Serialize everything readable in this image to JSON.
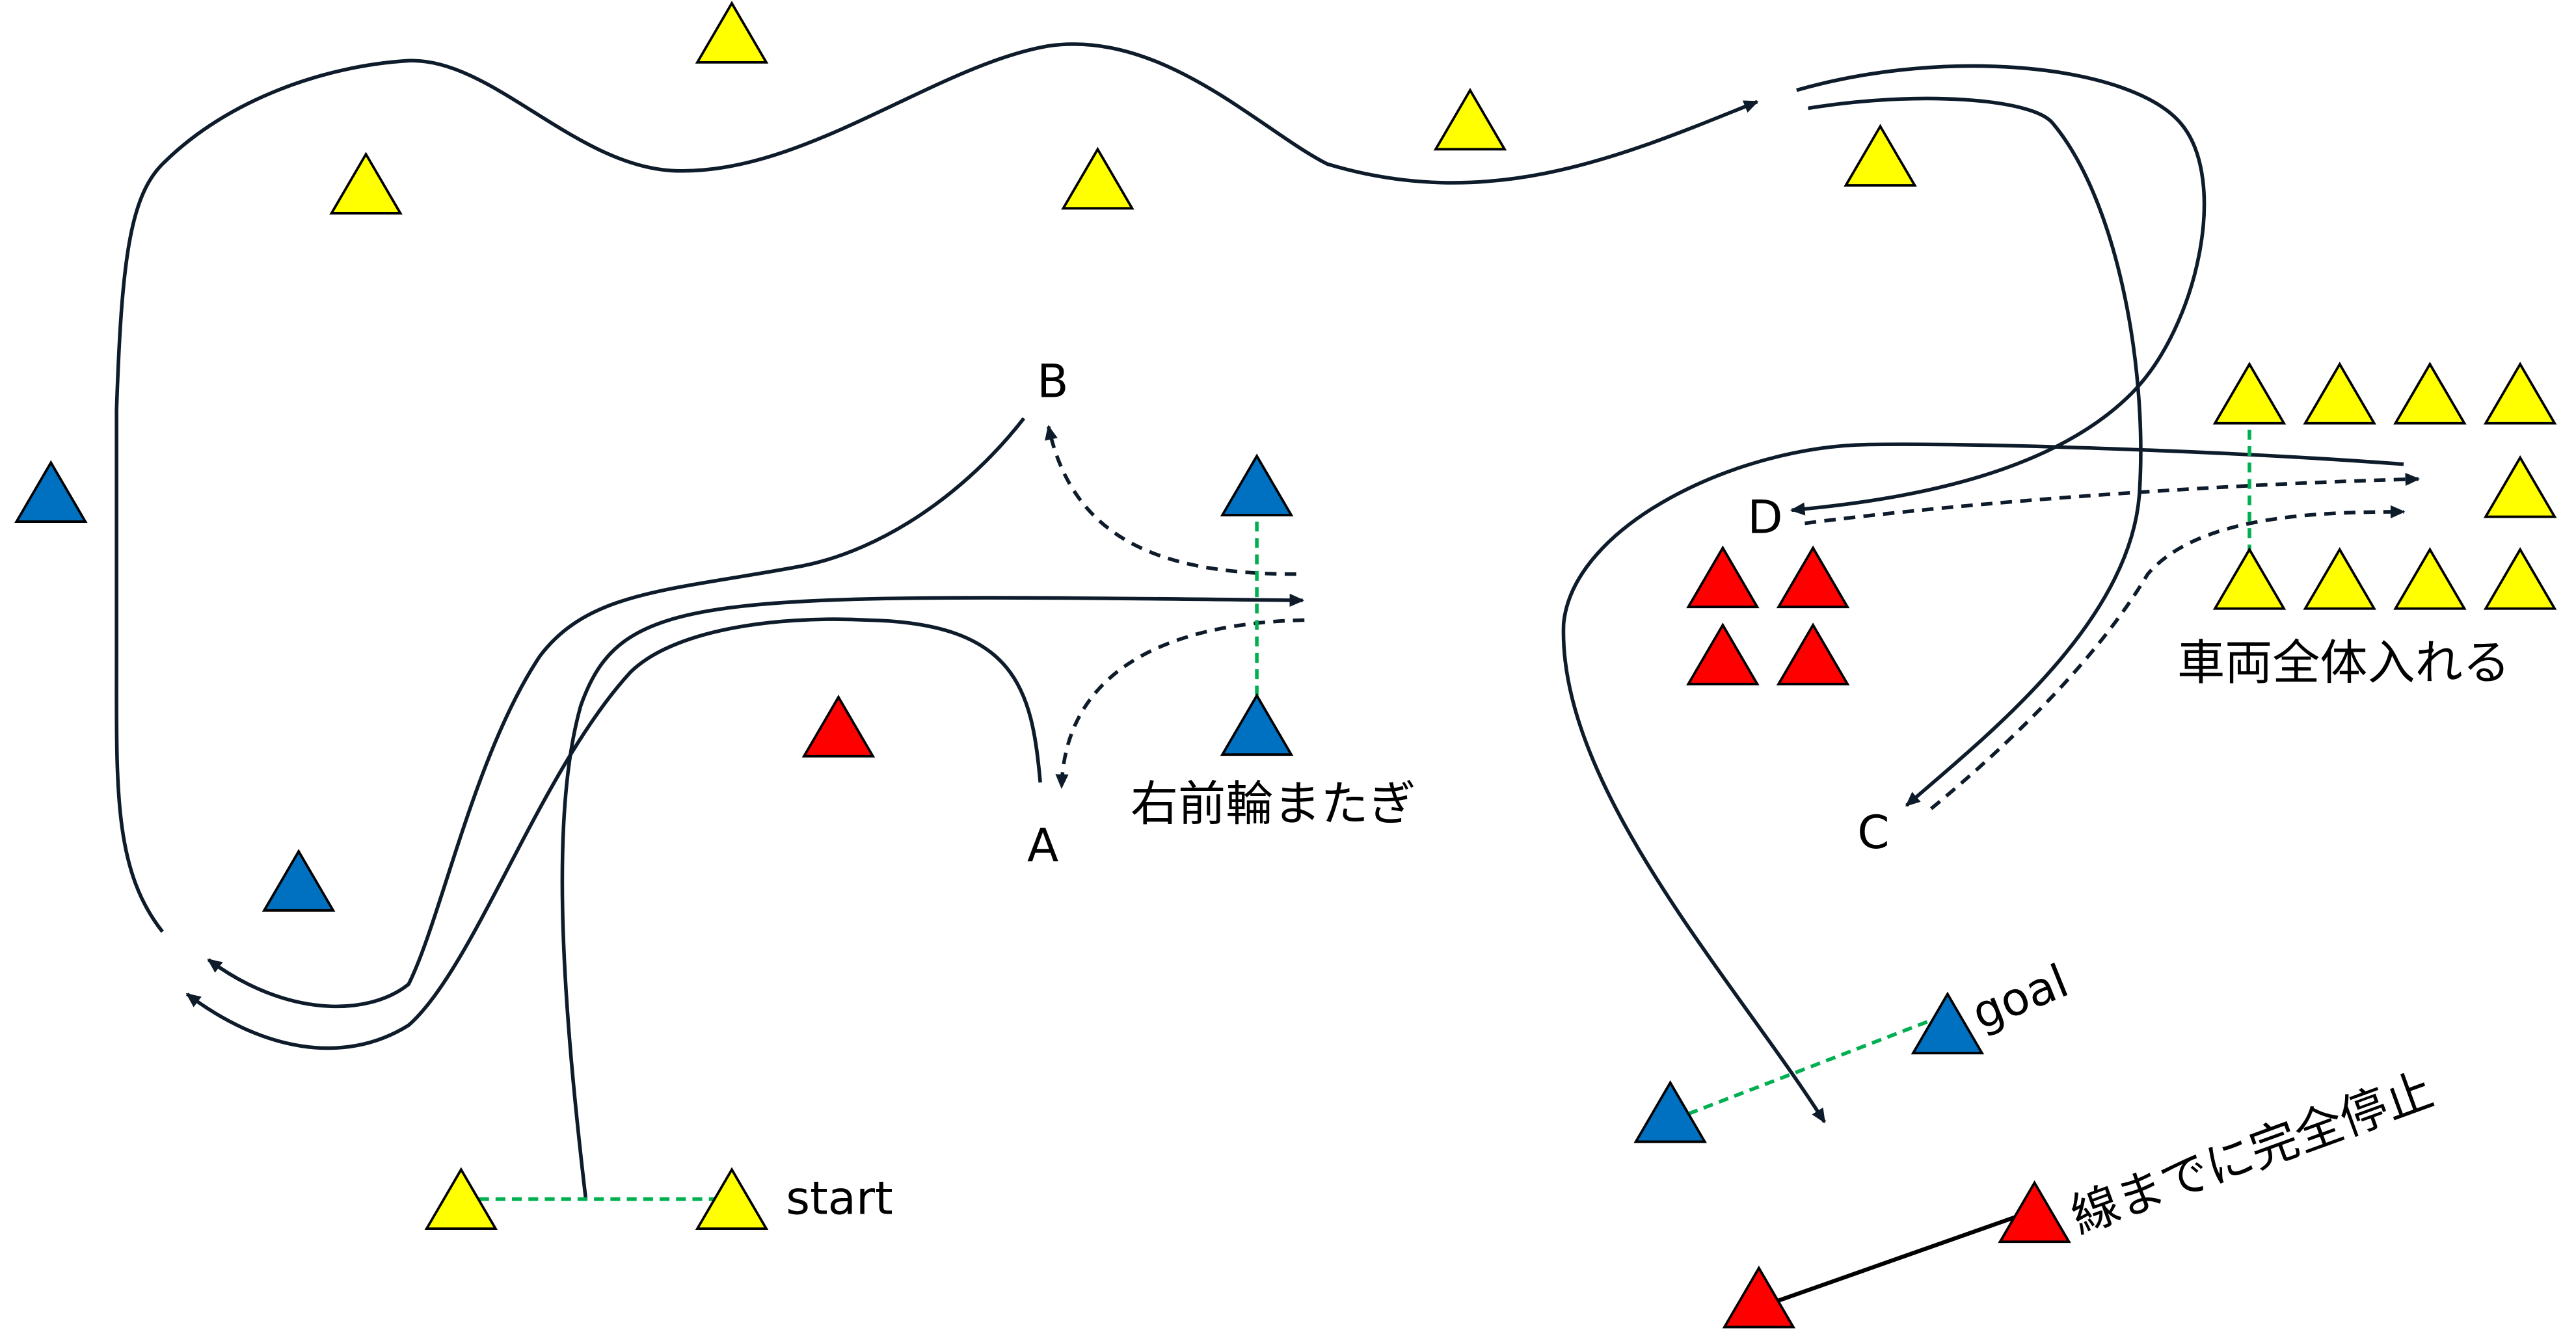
{
  "colors": {
    "yellow_cone": "#ffff00",
    "blue_cone": "#0070c0",
    "red_cone": "#ff0000",
    "cone_outline": "#000000",
    "guide_line": "#00b050",
    "path_line": "#0d1b2a"
  },
  "labels": {
    "point_a": "A",
    "point_b": "B",
    "point_c": "C",
    "point_d": "D",
    "start": "start",
    "goal": "goal",
    "right_front_wheel": "右前輪またぎ",
    "whole_vehicle_in": "車両全体入れる",
    "full_stop_by_line": "線までに完全停止"
  }
}
